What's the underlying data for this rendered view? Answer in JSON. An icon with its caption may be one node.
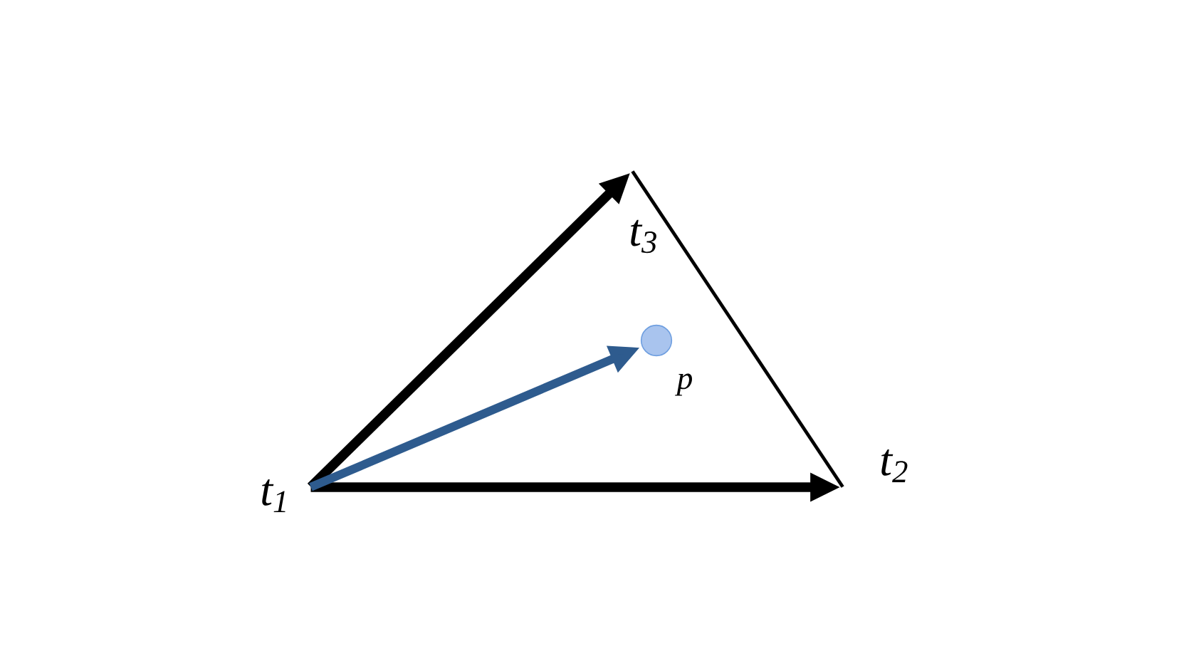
{
  "diagram": {
    "nodes": [
      {
        "text": [
          "t$_{1}$"
        ]
      },
      {
        "text": [
          "t$_{2}$"
        ]
      },
      {
        "text": [
          "t$_{3}$"
        ]
      },
      {
        "text": [],
        "shape": "circle",
        "beside": [
          "p"
        ]
      }
    ],
    "edges": [
      {
        "from": 0,
        "to": 2,
        "arrow": "to"
      },
      {
        "from": 0,
        "to": 1,
        "arrow": "to"
      },
      {
        "from": 2,
        "to": 1,
        "arrow": "none"
      },
      {
        "from": 0,
        "to": 3,
        "arrow": "to",
        "color": "#2e5b8e"
      }
    ]
  }
}
